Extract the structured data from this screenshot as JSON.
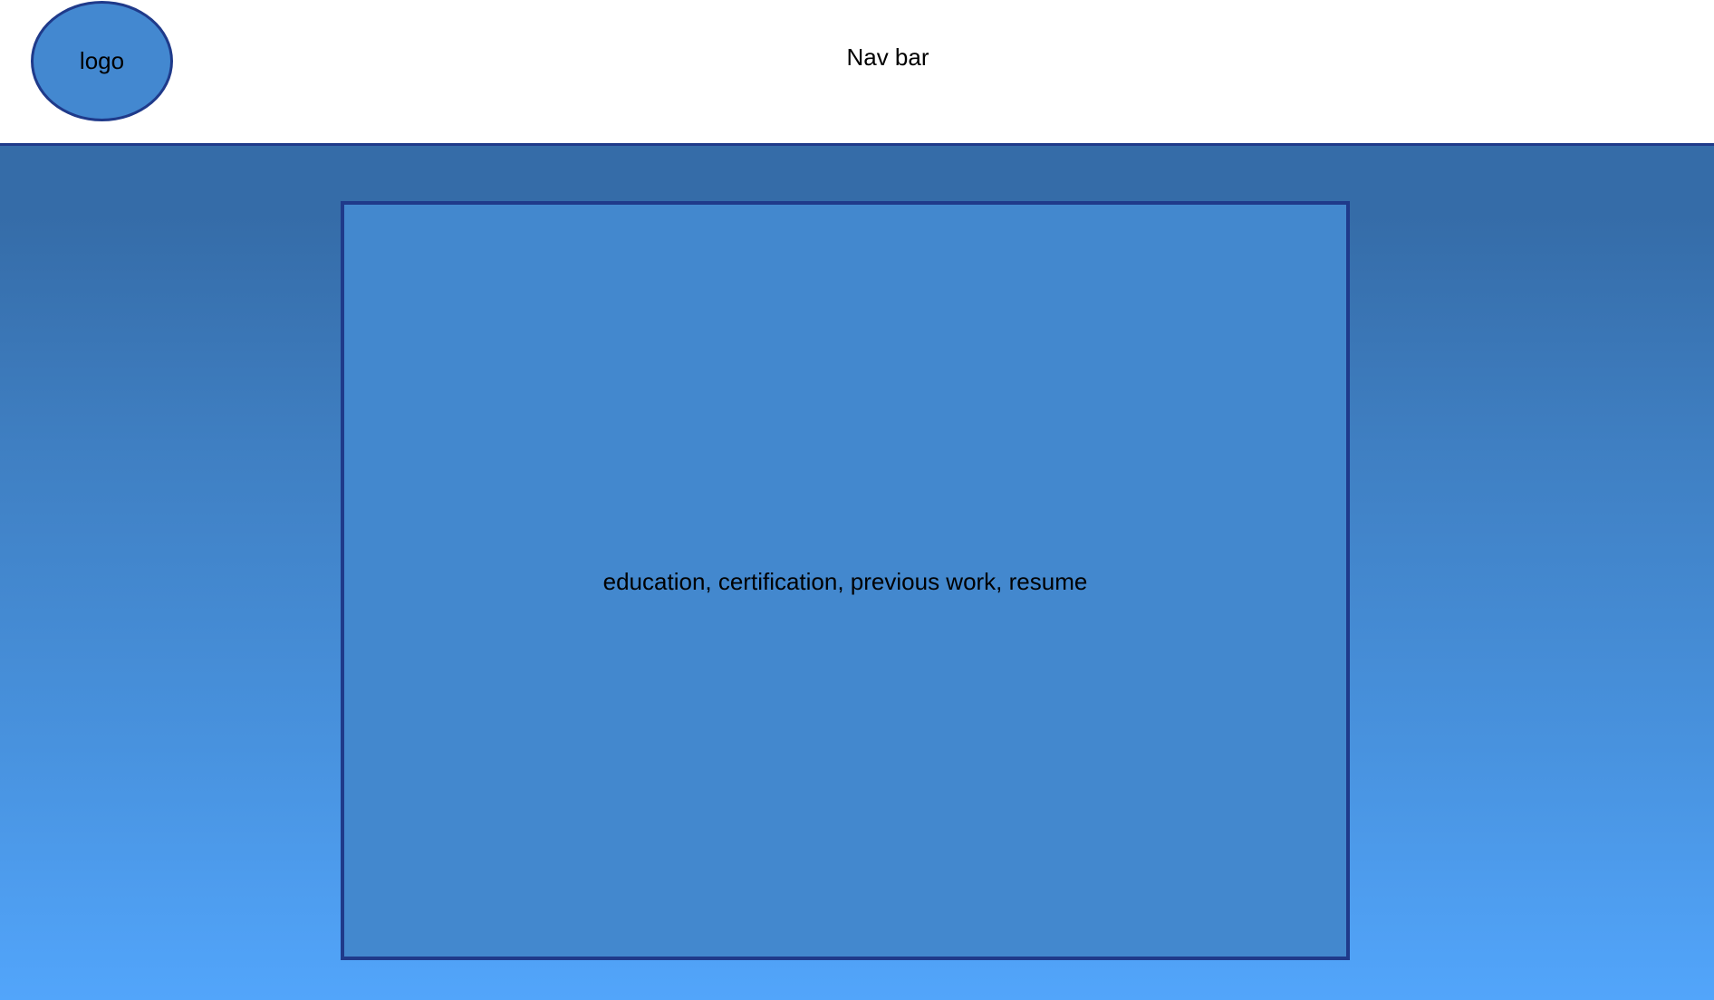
{
  "navbar": {
    "logo_label": "logo",
    "title": "Nav bar"
  },
  "main": {
    "content_label": "education, certification, previous work, resume"
  },
  "colors": {
    "accent": "#4388d0",
    "border": "#1f3a8a",
    "gradient_top": "#356ca8",
    "gradient_bottom": "#52a5fb"
  }
}
